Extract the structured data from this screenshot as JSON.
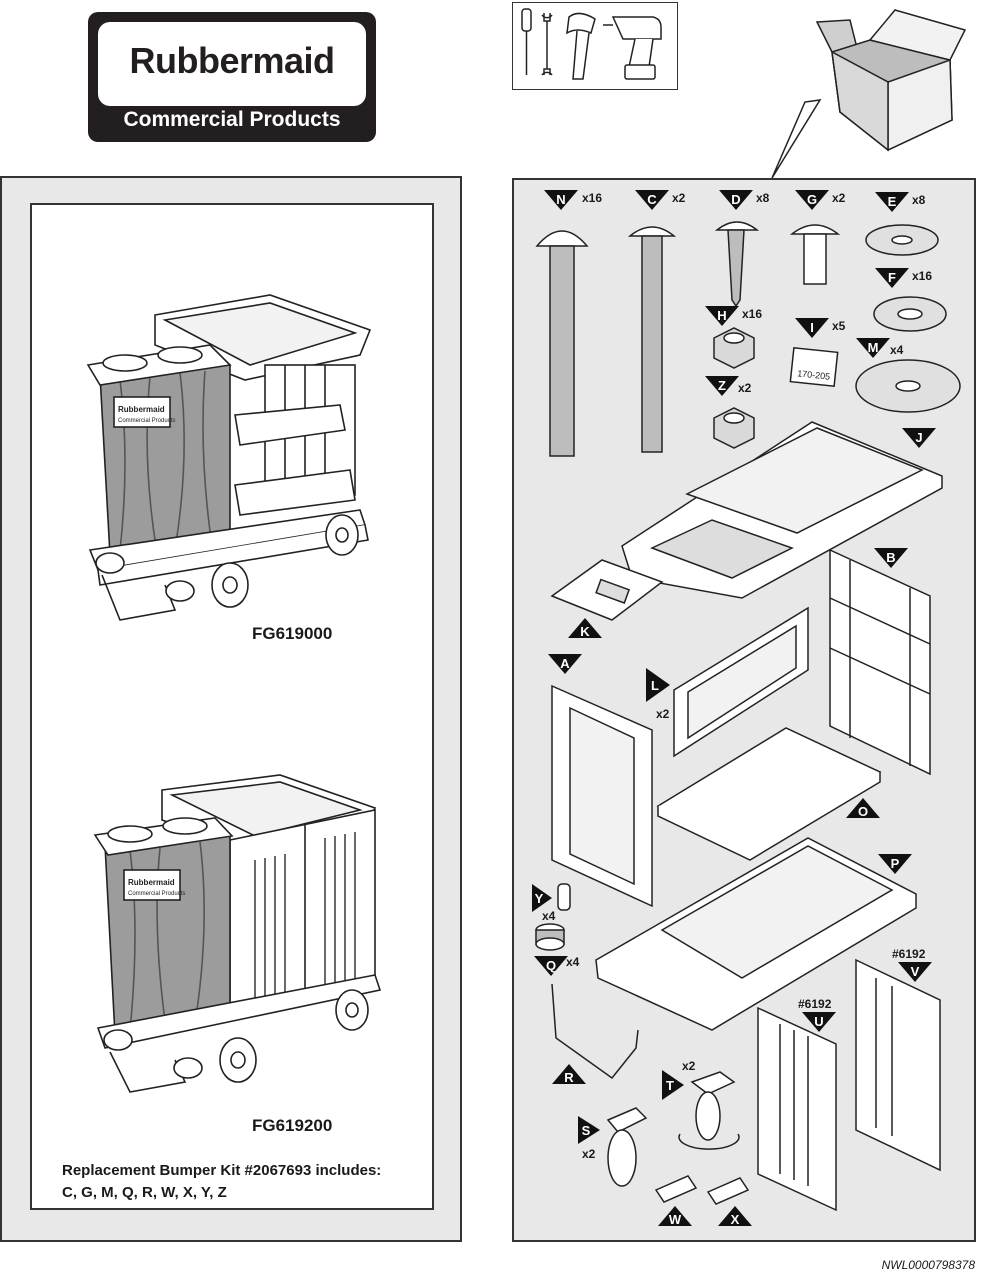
{
  "logo": {
    "brand": "Rubbermaid",
    "registered": "®",
    "subtitle": "Commercial Products"
  },
  "tools": [
    "screwdriver-icon",
    "wrench-icon",
    "mallet-icon",
    "drill-icon"
  ],
  "models": [
    {
      "label": "FG619000"
    },
    {
      "label": "FG619200"
    }
  ],
  "bag_labels": {
    "brand": "Rubbermaid",
    "subtitle": "Commercial Products"
  },
  "kit": {
    "line1": "Replacement Bumper Kit #2067693 includes:",
    "line2": "C, G, M, Q, R, W, X, Y, Z"
  },
  "parts": [
    {
      "letter": "N",
      "qty": "x16"
    },
    {
      "letter": "C",
      "qty": "x2"
    },
    {
      "letter": "D",
      "qty": "x8"
    },
    {
      "letter": "G",
      "qty": "x2"
    },
    {
      "letter": "E",
      "qty": "x8"
    },
    {
      "letter": "F",
      "qty": "x16"
    },
    {
      "letter": "H",
      "qty": "x16"
    },
    {
      "letter": "I",
      "qty": "x5"
    },
    {
      "letter": "M",
      "qty": "x4"
    },
    {
      "letter": "Z",
      "qty": "x2"
    },
    {
      "letter": "J",
      "qty": ""
    },
    {
      "letter": "B",
      "qty": ""
    },
    {
      "letter": "K",
      "qty": ""
    },
    {
      "letter": "A",
      "qty": ""
    },
    {
      "letter": "L",
      "qty": "x2"
    },
    {
      "letter": "O",
      "qty": ""
    },
    {
      "letter": "P",
      "qty": ""
    },
    {
      "letter": "Y",
      "qty": "x4"
    },
    {
      "letter": "Q",
      "qty": "x4"
    },
    {
      "letter": "V",
      "qty": "#6192"
    },
    {
      "letter": "U",
      "qty": "#6192"
    },
    {
      "letter": "R",
      "qty": ""
    },
    {
      "letter": "T",
      "qty": "x2"
    },
    {
      "letter": "S",
      "qty": "x2"
    },
    {
      "letter": "W",
      "qty": ""
    },
    {
      "letter": "X",
      "qty": ""
    }
  ],
  "part_i_label": "170-205",
  "doc_id": "NWL0000798378"
}
